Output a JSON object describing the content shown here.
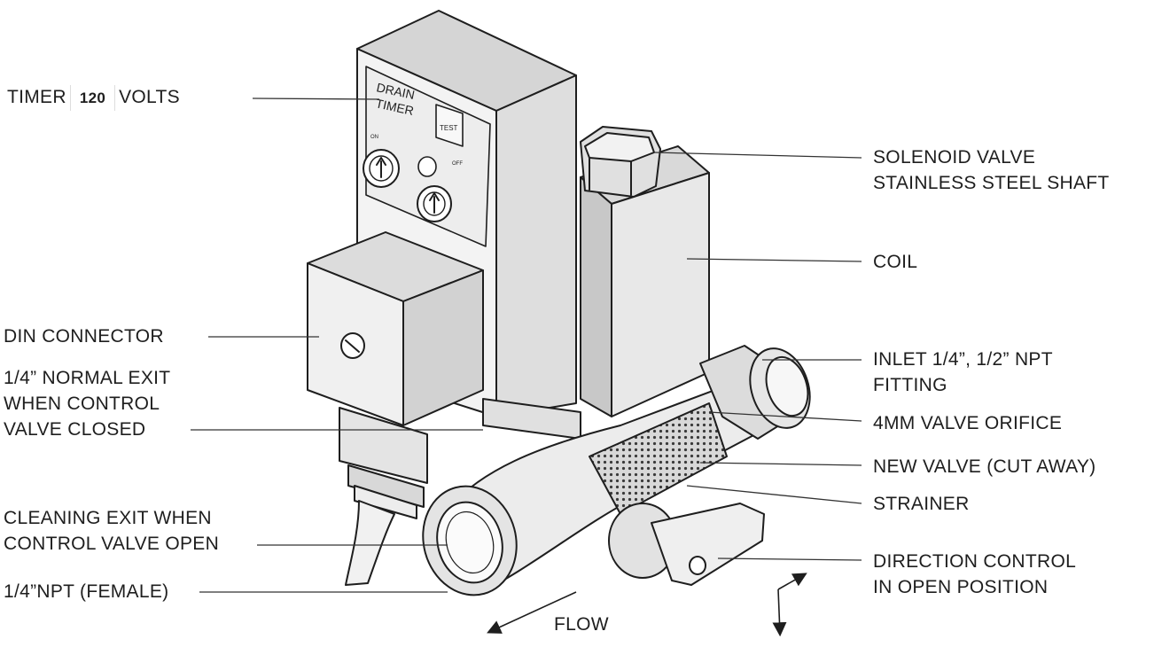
{
  "labels": {
    "timer": {
      "prefix": "TIMER",
      "value": "120",
      "suffix": "VOLTS"
    },
    "solenoid": [
      "SOLENOID VALVE",
      "STAINLESS STEEL SHAFT"
    ],
    "coil": "COIL",
    "din": "DIN CONNECTOR",
    "normal_exit": [
      "1/4” NORMAL EXIT",
      "WHEN CONTROL",
      "VALVE CLOSED"
    ],
    "inlet": [
      "INLET 1/4”, 1/2” NPT",
      "FITTING"
    ],
    "orifice": "4MM VALVE ORIFICE",
    "new_valve": "NEW VALVE (CUT AWAY)",
    "strainer": "STRAINER",
    "cleaning_exit": [
      "CLEANING EXIT WHEN",
      "CONTROL VALVE OPEN"
    ],
    "npt_female": "1/4”NPT (FEMALE)",
    "direction": [
      "DIRECTION CONTROL",
      "IN OPEN POSITION"
    ],
    "flow": "FLOW"
  },
  "device": {
    "timer_face_title": [
      "DRAIN",
      "TIMER"
    ],
    "test_button": "TEST",
    "dial_marks": [
      "ON",
      "OFF"
    ]
  },
  "colors": {
    "ink": "#1e1e1e",
    "housing": "#e6e6e6",
    "housing_shade": "#cfcfcf",
    "panel": "#f4f4f4"
  }
}
